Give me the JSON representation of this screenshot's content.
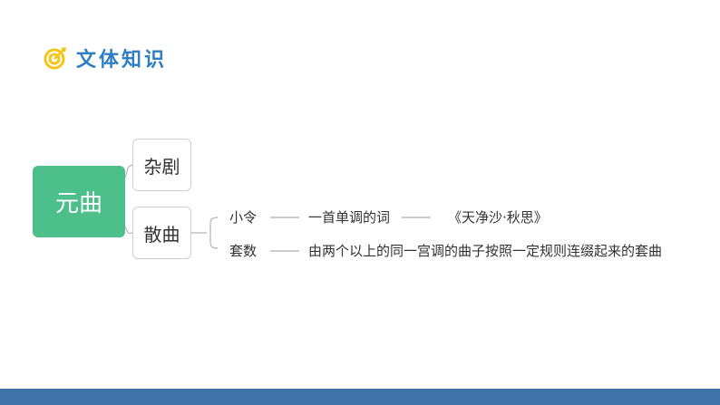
{
  "header": {
    "icon": "target-icon",
    "title": "文体知识"
  },
  "mindmap": {
    "root": "元曲",
    "branches": [
      {
        "label": "杂剧"
      },
      {
        "label": "散曲",
        "children": [
          {
            "label": "小令",
            "definition": "一首单调的词",
            "example": "《天净沙·秋思》"
          },
          {
            "label": "套数",
            "definition": "由两个以上的同一宫调的曲子按照一定规则连缀起来的套曲"
          }
        ]
      }
    ]
  },
  "colors": {
    "title": "#2f7ec3",
    "root_fill": "#4cbf8b",
    "icon_yellow": "#f5c518",
    "footer": "#3f73a8"
  }
}
